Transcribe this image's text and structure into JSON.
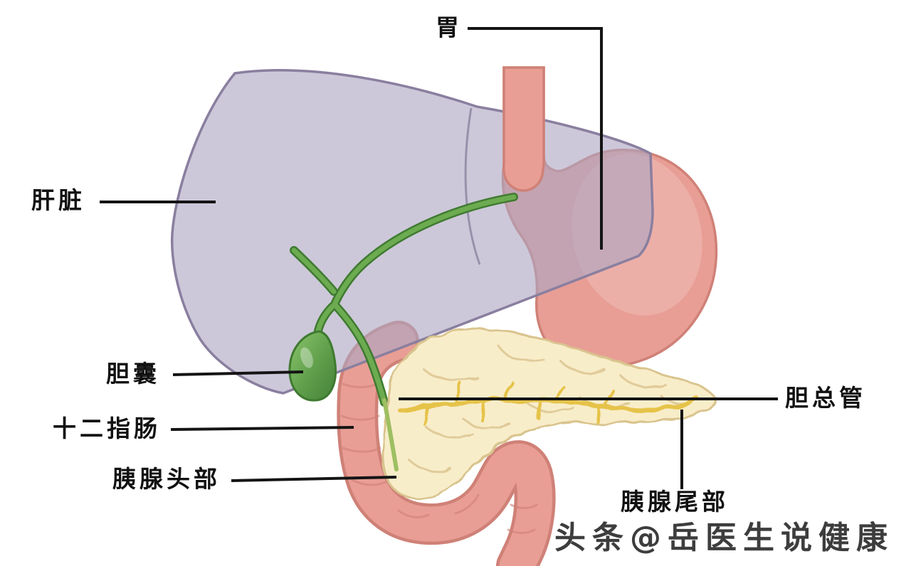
{
  "diagram": {
    "labels": {
      "stomach": "胃",
      "liver": "肝脏",
      "gallbladder": "胆囊",
      "duodenum": "十二指肠",
      "pancreas_head": "胰腺头部",
      "common_bile_duct": "胆总管",
      "pancreas_tail": "胰腺尾部"
    },
    "watermark": "头条@岳医生说健康",
    "colors": {
      "background": "#ffffff",
      "liver": "rgba(173,166,193,0.62)",
      "liver_outline": "#8a7f9f",
      "stomach": "#e89e95",
      "stomach_outline": "#cf8177",
      "pancreas": "#f8edc9",
      "pancreas_outline": "#d9c48e",
      "gallbladder": "#6cab50",
      "gallbladder_outline": "#3f7a30",
      "bile_duct": "#6cab50",
      "bile_duct_outline": "#3f7a30",
      "pancreatic_duct": "#e6c34a",
      "label_line": "#141414",
      "label_text": "#111111",
      "watermark_text": "#3d3d3d"
    }
  }
}
